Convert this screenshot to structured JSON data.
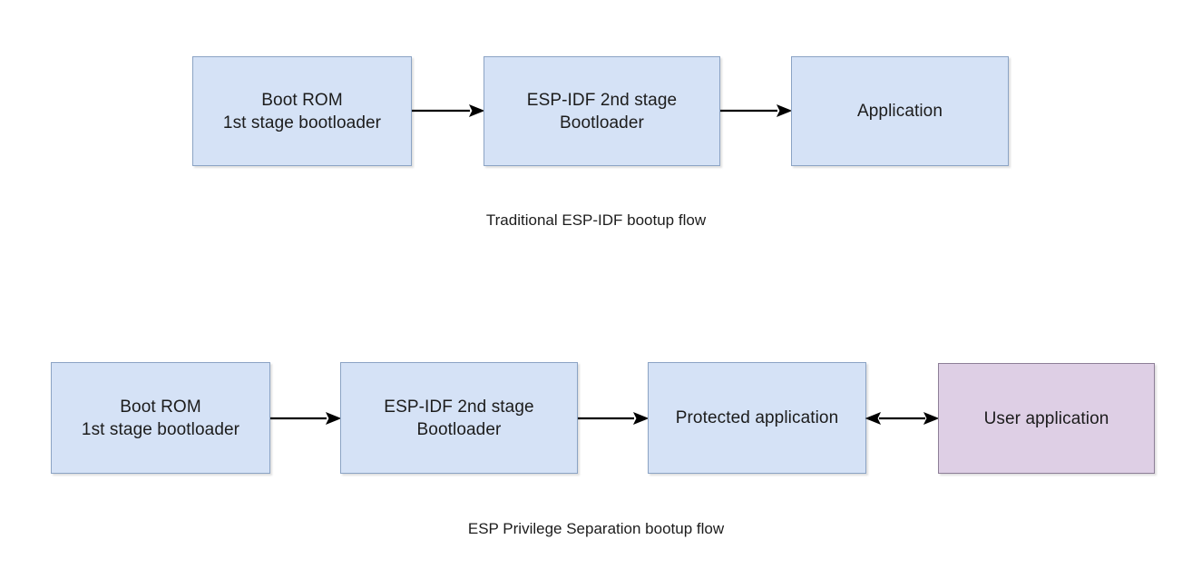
{
  "diagram": {
    "background_color": "#ffffff",
    "node_blue_fill": "#d5e2f6",
    "node_blue_border": "#8ba3c4",
    "node_purple_fill": "#decfe5",
    "node_purple_border": "#8d7f97",
    "edge_color": "#000000"
  },
  "flows": [
    {
      "id": "traditional",
      "caption": "Traditional ESP-IDF bootup flow",
      "nodes": [
        {
          "id": "boot-rom",
          "label": "Boot ROM\n1st stage bootloader",
          "color": "blue"
        },
        {
          "id": "second-stage-bootloader",
          "label": "ESP-IDF 2nd stage\nBootloader",
          "color": "blue"
        },
        {
          "id": "application",
          "label": "Application",
          "color": "blue"
        }
      ],
      "edges": [
        {
          "id": "bootrom-to-bootloader",
          "from": "boot-rom",
          "to": "second-stage-bootloader",
          "direction": "forward"
        },
        {
          "id": "bootloader-to-application",
          "from": "second-stage-bootloader",
          "to": "application",
          "direction": "forward"
        }
      ]
    },
    {
      "id": "privilege-separation",
      "caption": "ESP Privilege Separation bootup flow",
      "nodes": [
        {
          "id": "boot-rom-2",
          "label": "Boot ROM\n1st stage bootloader",
          "color": "blue"
        },
        {
          "id": "second-stage-bootloader-2",
          "label": "ESP-IDF 2nd stage\nBootloader",
          "color": "blue"
        },
        {
          "id": "protected-application",
          "label": "Protected application",
          "color": "blue"
        },
        {
          "id": "user-application",
          "label": "User application",
          "color": "purple"
        }
      ],
      "edges": [
        {
          "id": "bootrom-to-bootloader-2",
          "from": "boot-rom-2",
          "to": "second-stage-bootloader-2",
          "direction": "forward"
        },
        {
          "id": "bootloader-to-protected",
          "from": "second-stage-bootloader-2",
          "to": "protected-application",
          "direction": "forward"
        },
        {
          "id": "protected-to-user",
          "from": "protected-application",
          "to": "user-application",
          "direction": "bidirectional"
        }
      ]
    }
  ]
}
